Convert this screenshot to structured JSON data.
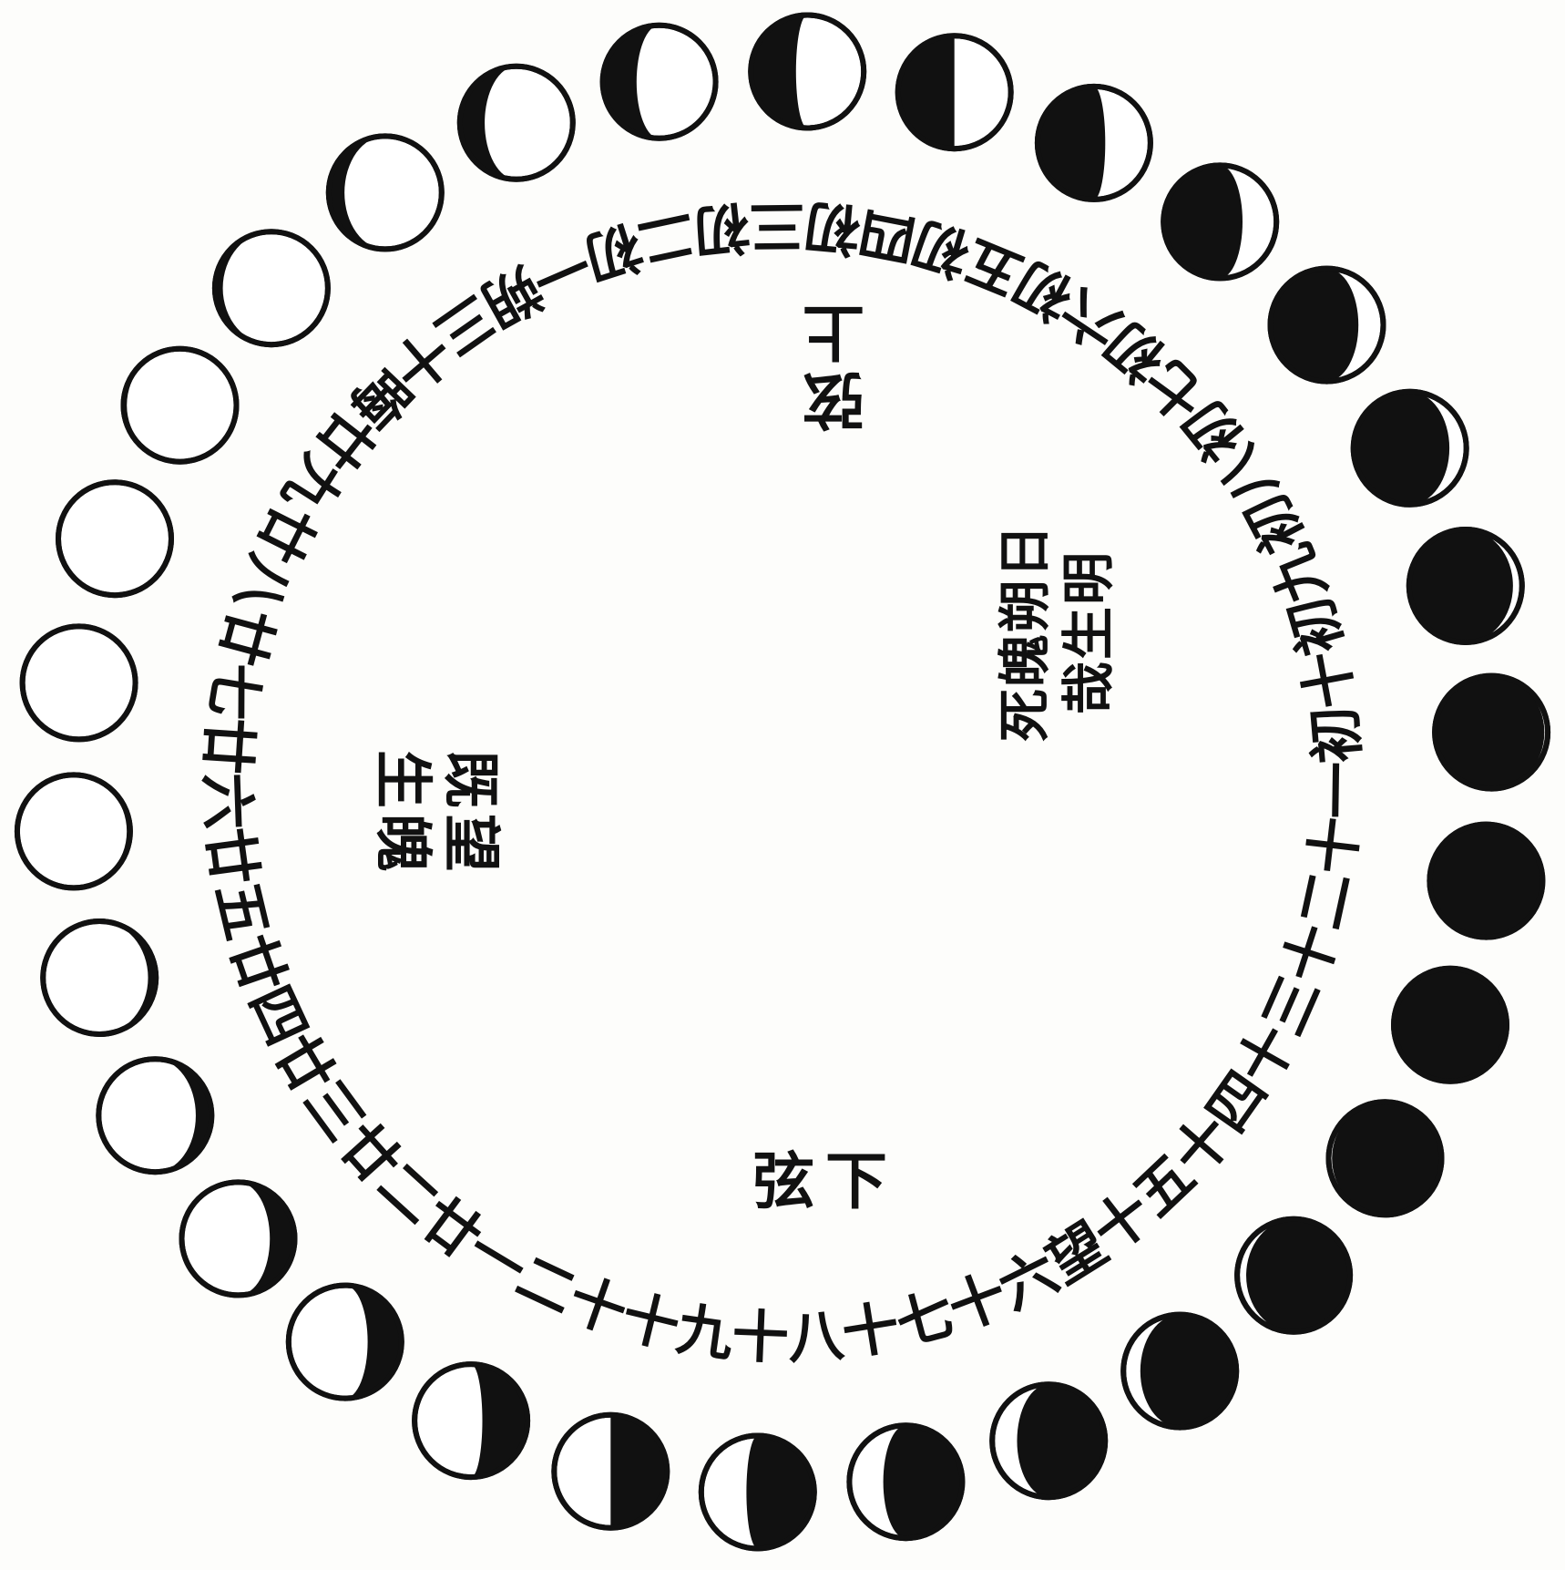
{
  "colors": {
    "ink": "#111111",
    "paper": "#fdfdfb"
  },
  "phases": [
    {
      "day": "初一",
      "illum": 0.0,
      "lit": "none"
    },
    {
      "day": "初二",
      "illum": 0.03,
      "lit": "right"
    },
    {
      "day": "初三",
      "illum": 0.08,
      "lit": "right"
    },
    {
      "day": "初四",
      "illum": 0.15,
      "lit": "right"
    },
    {
      "day": "初五",
      "illum": 0.22,
      "lit": "right"
    },
    {
      "day": "初六",
      "illum": 0.3,
      "lit": "right"
    },
    {
      "day": "初七",
      "illum": 0.4,
      "lit": "right"
    },
    {
      "day": "初八",
      "illum": 0.5,
      "lit": "right"
    },
    {
      "day": "初九",
      "illum": 0.6,
      "lit": "right"
    },
    {
      "day": "初十",
      "illum": 0.7,
      "lit": "right"
    },
    {
      "day": "十一",
      "illum": 0.78,
      "lit": "right"
    },
    {
      "day": "十二",
      "illum": 0.86,
      "lit": "right"
    },
    {
      "day": "十三",
      "illum": 0.93,
      "lit": "right"
    },
    {
      "day": "十四",
      "illum": 0.97,
      "lit": "right"
    },
    {
      "day": "十五",
      "illum": 1.0,
      "lit": "full"
    },
    {
      "day": "十六",
      "illum": 1.0,
      "lit": "full"
    },
    {
      "day": "十七",
      "illum": 0.97,
      "lit": "left"
    },
    {
      "day": "十八",
      "illum": 0.93,
      "lit": "left"
    },
    {
      "day": "十九",
      "illum": 0.86,
      "lit": "left"
    },
    {
      "day": "二十",
      "illum": 0.78,
      "lit": "left"
    },
    {
      "day": "廿一",
      "illum": 0.7,
      "lit": "left"
    },
    {
      "day": "廿二",
      "illum": 0.6,
      "lit": "left"
    },
    {
      "day": "廿三",
      "illum": 0.5,
      "lit": "left"
    },
    {
      "day": "廿四",
      "illum": 0.4,
      "lit": "left"
    },
    {
      "day": "廿五",
      "illum": 0.3,
      "lit": "left"
    },
    {
      "day": "廿六",
      "illum": 0.22,
      "lit": "left"
    },
    {
      "day": "廿七",
      "illum": 0.15,
      "lit": "left"
    },
    {
      "day": "廿八",
      "illum": 0.08,
      "lit": "left"
    },
    {
      "day": "廿九",
      "illum": 0.03,
      "lit": "left"
    },
    {
      "day": "三十",
      "illum": 0.0,
      "lit": "none"
    }
  ],
  "ring_text": [
    "初",
    "五",
    "初",
    "四",
    "初",
    "三",
    "初",
    "二",
    "初",
    "一",
    "朔",
    "三",
    "十",
    "晦",
    "廿",
    "九",
    "廿",
    "八",
    "廿",
    "七",
    "廿",
    "六",
    "廿",
    "五",
    "廿",
    "四",
    "廿",
    "三",
    "廿",
    "二",
    "廿",
    "一",
    "二",
    "十",
    "十",
    "九",
    "十",
    "八",
    "十",
    "七",
    "十",
    "六",
    "望",
    "十",
    "五",
    "十",
    "四",
    "十",
    "三",
    "十",
    "二",
    "十",
    "一",
    "初",
    "十",
    "初",
    "九",
    "初",
    "八",
    "初",
    "七",
    "初",
    "六"
  ],
  "labels": {
    "upper": [
      "上",
      "弦"
    ],
    "lower": [
      "下",
      "弦"
    ],
    "full": [
      "既",
      "望",
      "生",
      "魄"
    ],
    "new": [
      "死",
      "魄",
      "朔",
      "日",
      "哉",
      "生",
      "明"
    ]
  }
}
